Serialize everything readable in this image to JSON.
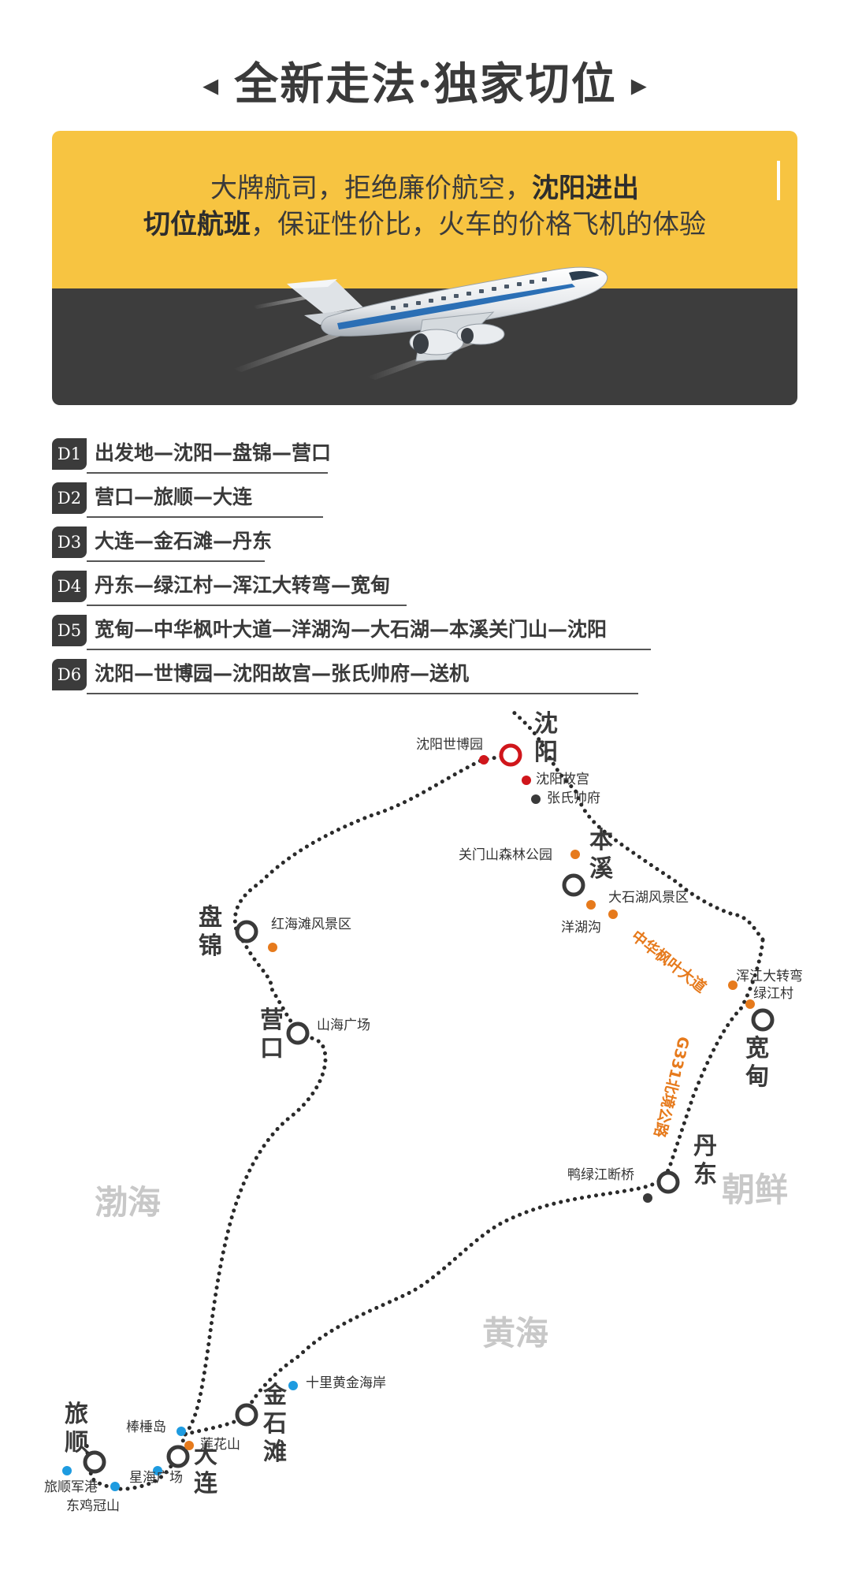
{
  "title": "全新走法·独家切位",
  "title_arrow_left": "◂",
  "title_arrow_right": "▸",
  "banner": {
    "line1_normal": "大牌航司，拒绝廉价航空，",
    "line1_bold": "沈阳进出",
    "line2_bold": "切位航班",
    "line2_normal": "，保证性价比，火车的价格飞机的体验"
  },
  "days": [
    {
      "badge": "D1",
      "text": "出发地—沈阳—盘锦—营口"
    },
    {
      "badge": "D2",
      "text": "营口—旅顺—大连"
    },
    {
      "badge": "D3",
      "text": "大连—金石滩—丹东"
    },
    {
      "badge": "D4",
      "text": "丹东—绿江村—浑江大转弯—宽甸"
    },
    {
      "badge": "D5",
      "text": "宽甸—中华枫叶大道—洋湖沟—大石湖—本溪关门山—沈阳"
    },
    {
      "badge": "D6",
      "text": "沈阳—世博园—沈阳故宫—张氏帅府—送机"
    }
  ],
  "map": {
    "cities": {
      "shenyang": [
        "沈",
        "阳"
      ],
      "benxi": [
        "本",
        "溪"
      ],
      "panjin": [
        "盘",
        "锦"
      ],
      "yingkou": [
        "营",
        "口"
      ],
      "kuandian": [
        "宽",
        "甸"
      ],
      "dandong": [
        "丹",
        "东"
      ],
      "jinshitan": [
        "金",
        "石",
        "滩"
      ],
      "dalian": [
        "大",
        "连"
      ],
      "lvshun": [
        "旅",
        "顺"
      ]
    },
    "pois": {
      "shibo": "沈阳世博园",
      "gugong": "沈阳故宫",
      "shuaifu": "张氏帅府",
      "guanmenshan": "关门山森林公园",
      "dashihu": "大石湖风景区",
      "yanghugou": "洋湖沟",
      "hongtan": "红海滩风景区",
      "shanhai": "山海广场",
      "hunjiang": "浑江大转弯",
      "lvjiang": "绿江村",
      "duanqiao": "鸭绿江断桥",
      "shili": "十里黄金海岸",
      "bangchui": "棒棰岛",
      "lianhua": "莲花山",
      "xinghai": "星海广场",
      "junggang": "旅顺军港",
      "dongji": "东鸡冠山"
    },
    "roads": {
      "fengye": "中华枫叶大道",
      "g331": "G331北境公路"
    },
    "seas": {
      "bohai": "渤海",
      "huanghai": "黄海",
      "chaoxian": "朝鲜"
    },
    "colors": {
      "red": "#d0161b",
      "orange": "#e67a1c",
      "blue": "#1e9be0",
      "dark": "#3a3a3a"
    }
  }
}
